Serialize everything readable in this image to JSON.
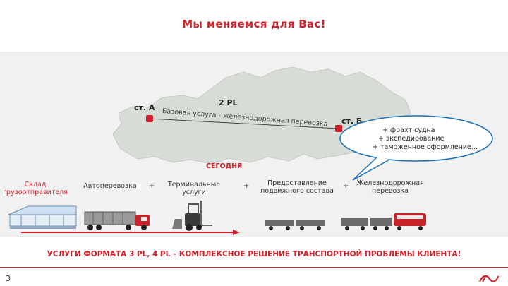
{
  "title": "Мы меняемся для Вас!",
  "map": {
    "station_a": "ст. А",
    "station_b": "ст. Б",
    "pl_label": "2 PL",
    "base_service": "Базовая услуга - железнодорожная перевозка"
  },
  "bubble": {
    "lines": [
      "+ фрахт судна",
      "+ экспедирование",
      "+ таможенное оформление..."
    ]
  },
  "today_label": "СЕГОДНЯ",
  "chain": {
    "warehouse": [
      "Склад",
      "грузоотправителя"
    ],
    "trucking": "Автоперевозка",
    "terminal": [
      "Терминальные",
      "услуги"
    ],
    "rolling_stock": [
      "Предоставление",
      "подвижного состава"
    ],
    "railway": [
      "Железнодорожная",
      "перевозка"
    ],
    "plus": "+"
  },
  "bottom_text": "УСЛУГИ ФОРМАТА 3 PL, 4 PL – КОМПЛЕКСНОЕ РЕШЕНИЕ ТРАНСПОРТНОЙ ПРОБЛЕМЫ КЛИЕНТА!",
  "page_number": "3",
  "colors": {
    "accent": "#d0202a",
    "map_fill": "#d8dcd6",
    "band": "#f1f1f1"
  }
}
